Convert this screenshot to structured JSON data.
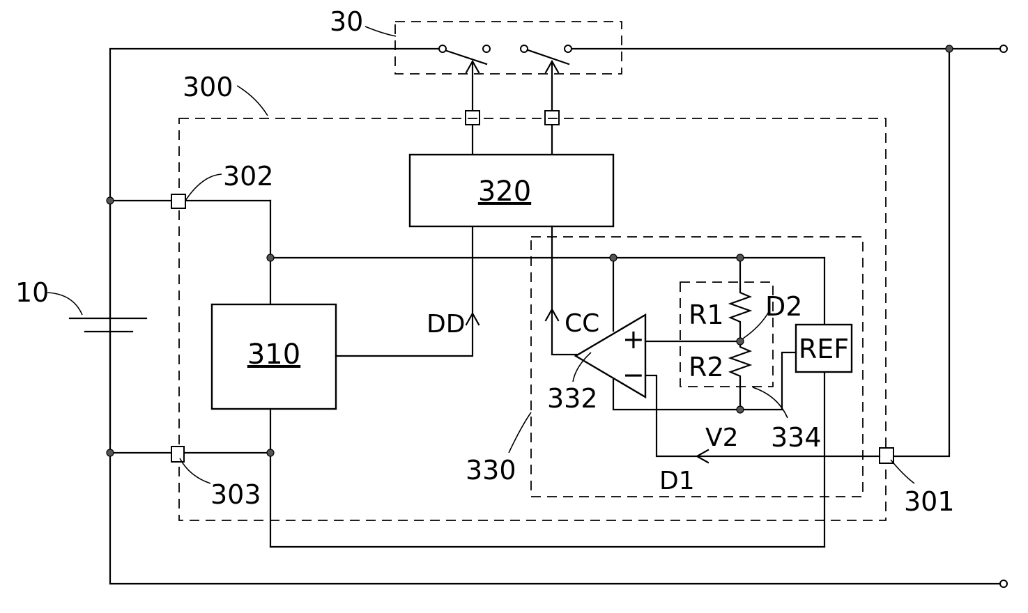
{
  "labels": {
    "battery": "10",
    "switch": "30",
    "module": "300",
    "terminal_301": "301",
    "terminal_302": "302",
    "terminal_303": "303",
    "block_310": "310",
    "block_320": "320",
    "circuit_330": "330",
    "comparator_332": "332",
    "divider_334": "334",
    "signal_dd": "DD",
    "signal_cc": "CC",
    "resistor_r1": "R1",
    "resistor_r2": "R2",
    "node_d1": "D1",
    "node_d2": "D2",
    "voltage_v2": "V2",
    "reference": "REF",
    "plus_sign": "+",
    "minus_sign": "−"
  }
}
